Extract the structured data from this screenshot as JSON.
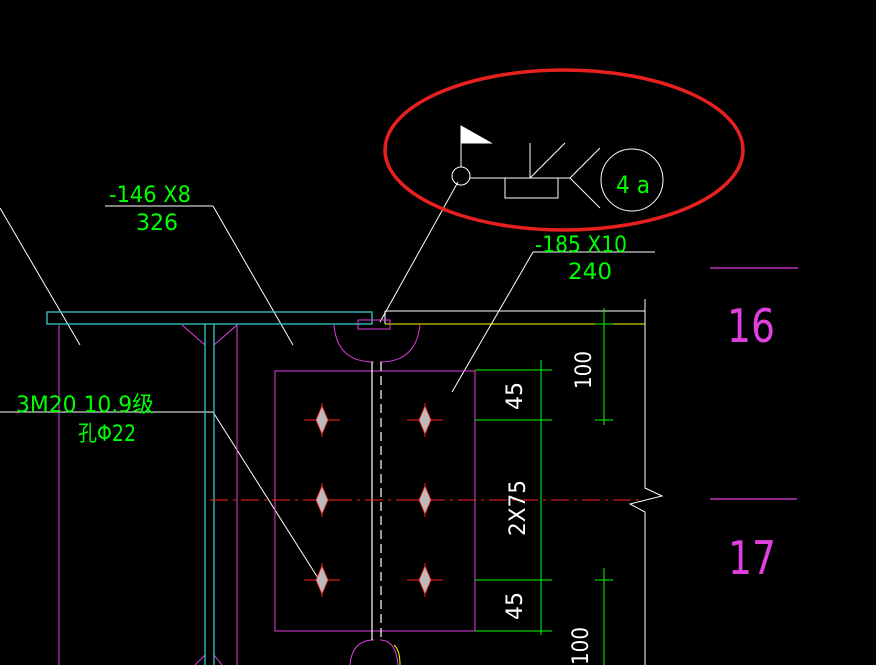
{
  "drawing": {
    "title_plate_1_size": "-146 X8",
    "title_plate_1_len": "326",
    "plate_2_size": "-185 X10",
    "plate_2_len": "240",
    "bolts_line_1": "3M20 10.9级",
    "bolts_line_2": "孔Φ22",
    "weld_symbol_label": "4 a",
    "axis_label_16": "16",
    "axis_label_17": "17",
    "dim_100_top": "100",
    "dim_45_top": "45",
    "dim_2x75": "2X75",
    "dim_45_bottom": "45",
    "dim_100_bottom": "100"
  },
  "colors": {
    "background": "#000000",
    "green": "#00ff00",
    "magenta": "#e040e0",
    "cyan": "#33cccc",
    "white": "#ffffff",
    "yellow": "#ffff00",
    "red": "#ff2020",
    "highlight_ellipse": "#e82020"
  }
}
